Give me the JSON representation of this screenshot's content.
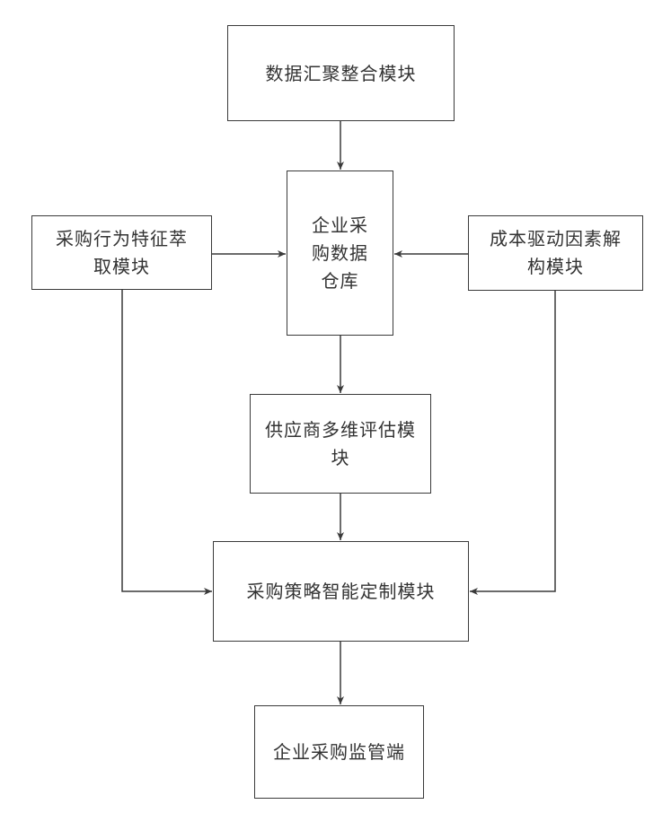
{
  "diagram": {
    "nodes": {
      "data_aggregation": "数据汇聚整合模块",
      "procurement_warehouse": "企业采购数据仓库",
      "behavior_extraction": "采购行为特征萃取模块",
      "cost_driver": "成本驱动因素解构模块",
      "supplier_evaluation": "供应商多维评估模块",
      "strategy_customization": "采购策略智能定制模块",
      "supervision_terminal": "企业采购监管端"
    },
    "edges": [
      {
        "from": "data_aggregation",
        "to": "procurement_warehouse"
      },
      {
        "from": "behavior_extraction",
        "to": "procurement_warehouse"
      },
      {
        "from": "cost_driver",
        "to": "procurement_warehouse"
      },
      {
        "from": "procurement_warehouse",
        "to": "supplier_evaluation"
      },
      {
        "from": "supplier_evaluation",
        "to": "strategy_customization"
      },
      {
        "from": "behavior_extraction",
        "to": "strategy_customization"
      },
      {
        "from": "cost_driver",
        "to": "strategy_customization"
      },
      {
        "from": "strategy_customization",
        "to": "supervision_terminal"
      }
    ],
    "colors": {
      "stroke": "#3a3a3a",
      "text": "#333333",
      "background": "#ffffff"
    }
  }
}
